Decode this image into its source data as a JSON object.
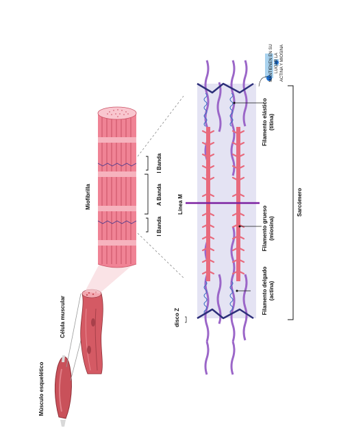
{
  "labels": {
    "musculo": "Músculo esquelético",
    "celula": "Célula muscular",
    "miofibrilla": "Miofibrilla",
    "i_banda_top": "I Banda",
    "a_banda": "A Banda",
    "i_banda_bottom": "I Banda",
    "linea_m": "Línea M",
    "disco_z": "disco Z",
    "filamento_delgado": "Filamento delgado",
    "actina": "(actina)",
    "filamento_grueso": "Filamento grueso",
    "miosina": "(miosina)",
    "filamento_elastico": "Filamento elástico",
    "titina": "(titina)",
    "sarcomero": "Sarcómero",
    "note_line1": "MANTIENEN EN SU",
    "note_line2": "LUGAR LA",
    "note_line3": "ACTINA Y MIOSINA"
  },
  "colors": {
    "muscle_red": "#c9515a",
    "fibril_pink": "#f07e8f",
    "myosin_pink": "#e86a7d",
    "actin_purple": "#9b66c8",
    "titin_blue": "#3d6fc4",
    "z_disc_navy": "#2d2f7a",
    "m_line_purple": "#7a1fa0",
    "sarcomere_bg": "#e4e3f3",
    "note_highlight": "#a9d2ee",
    "note_dot": "#1e6fd0"
  }
}
